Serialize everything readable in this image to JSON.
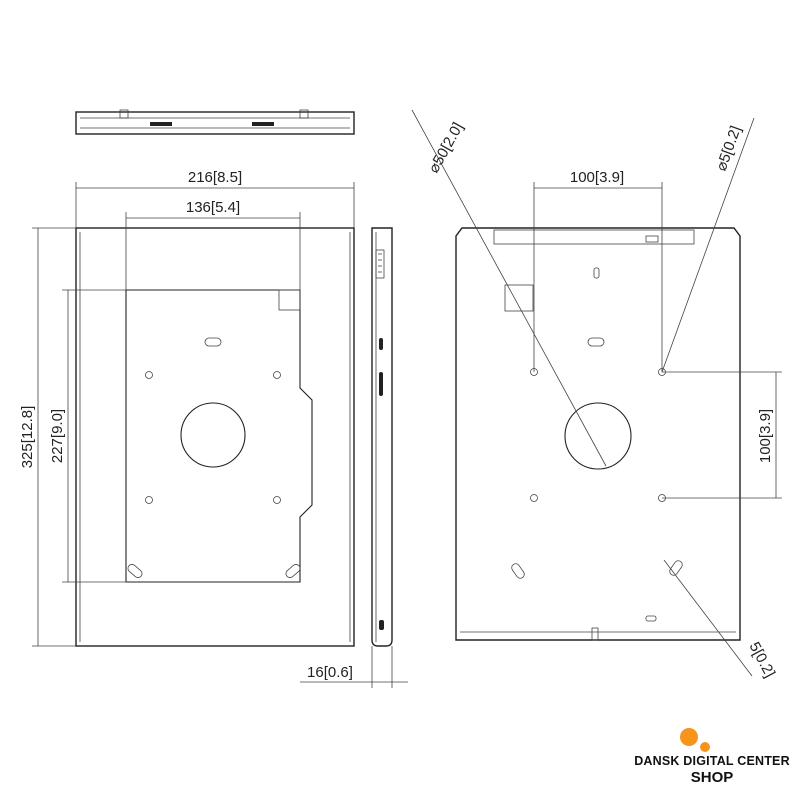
{
  "dimensions": {
    "width_front": {
      "value": "216",
      "bracket": "8.5"
    },
    "width_inner": {
      "value": "136",
      "bracket": "5.4"
    },
    "height_total": {
      "value": "325",
      "bracket": "12.8"
    },
    "height_inner": {
      "value": "227",
      "bracket": "9.0"
    },
    "depth": {
      "value": "16",
      "bracket": "0.6"
    },
    "hole_spacing_h": {
      "value": "100",
      "bracket": "3.9"
    },
    "hole_spacing_v": {
      "value": "100",
      "bracket": "3.9"
    },
    "cable_hole": {
      "symbol": "⌀",
      "value": "50",
      "bracket": "2.0"
    },
    "screw_hole": {
      "symbol": "⌀",
      "value": "5",
      "bracket": "0.2"
    },
    "slot": {
      "value": "5",
      "bracket": "0.2"
    }
  },
  "brand": {
    "line1": "DANSK DIGITAL CENTER",
    "line2": "SHOP",
    "dot_color": "#f7941d"
  }
}
